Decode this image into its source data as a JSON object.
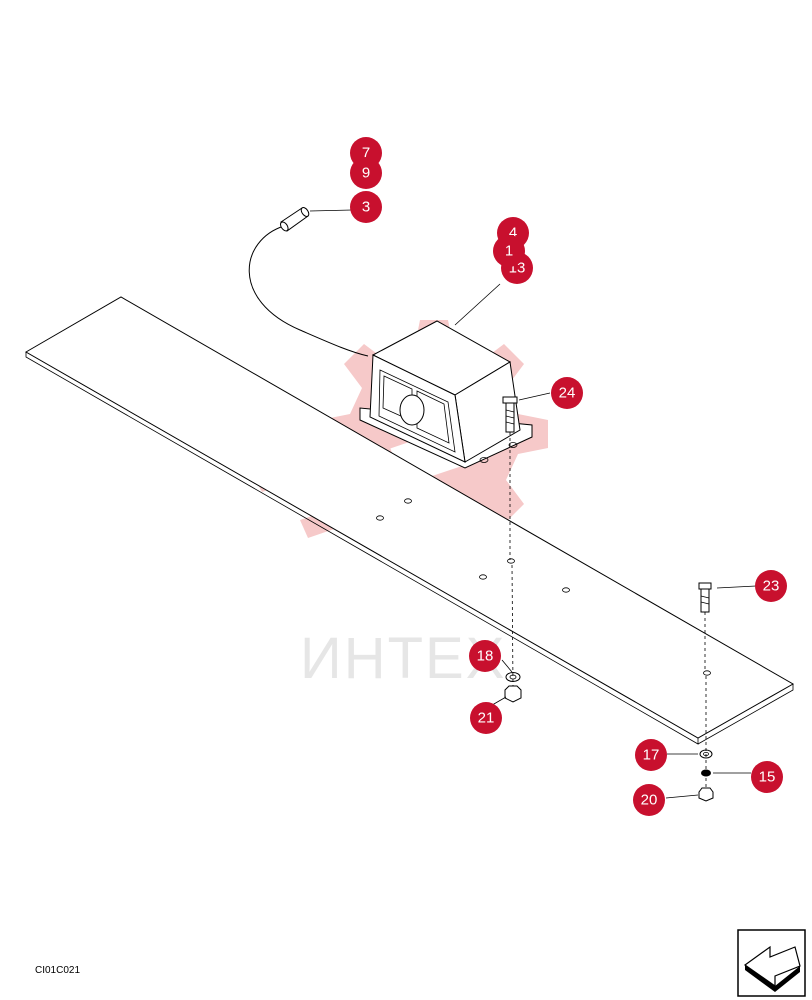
{
  "drawing": {
    "code": "CI01C021",
    "watermark": "ИНТЕХ",
    "callouts": [
      {
        "id": "c7",
        "label": "7"
      },
      {
        "id": "c9",
        "label": "9"
      },
      {
        "id": "c3",
        "label": "3"
      },
      {
        "id": "c4",
        "label": "4"
      },
      {
        "id": "c1",
        "label": "1"
      },
      {
        "id": "c13",
        "label": "13"
      },
      {
        "id": "c24",
        "label": "24"
      },
      {
        "id": "c23",
        "label": "23"
      },
      {
        "id": "c18",
        "label": "18"
      },
      {
        "id": "c21",
        "label": "21"
      },
      {
        "id": "c17",
        "label": "17"
      },
      {
        "id": "c15",
        "label": "15"
      },
      {
        "id": "c20",
        "label": "20"
      }
    ]
  }
}
